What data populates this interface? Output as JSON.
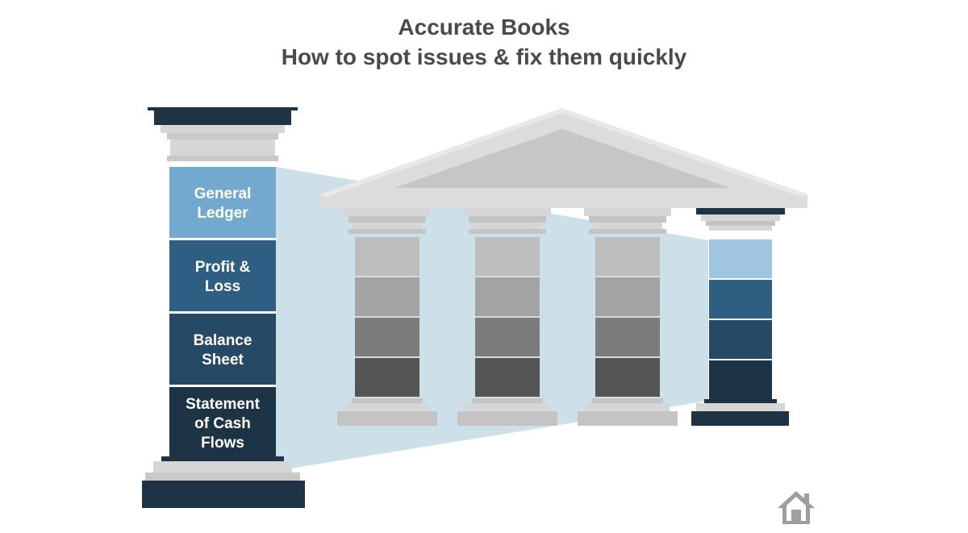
{
  "header": {
    "title": "Accurate Books",
    "subtitle": "How to spot issues & fix them quickly"
  },
  "pillar_segments": [
    {
      "lines": [
        "General",
        "Ledger"
      ],
      "color": "#74a9cf"
    },
    {
      "lines": [
        "Profit &",
        "Loss"
      ],
      "color": "#2e5f82"
    },
    {
      "lines": [
        "Balance",
        "Sheet"
      ],
      "color": "#264a66"
    },
    {
      "lines": [
        "Statement",
        "of Cash",
        "Flows"
      ],
      "color": "#1d3446"
    }
  ],
  "colors": {
    "pillar_cap": "#1e3343",
    "stone_light": "#d9d9d9",
    "stone_mid": "#c4c4c4",
    "projection": "#cde0ea",
    "gray_column_shades": [
      "#bdbdbd",
      "#a3a3a3",
      "#7c7c7c",
      "#555555"
    ]
  },
  "icons": {
    "home": "home-icon"
  }
}
